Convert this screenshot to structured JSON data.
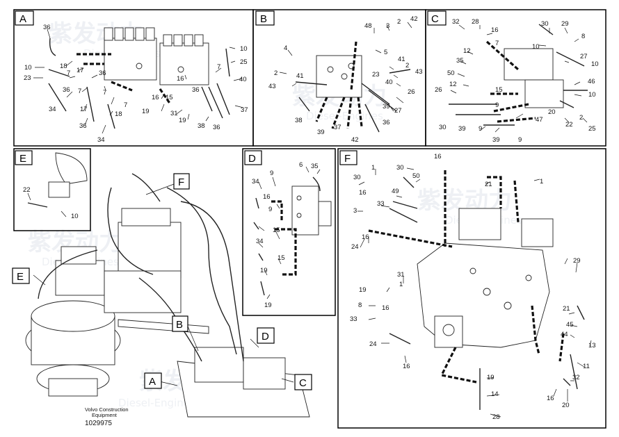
{
  "panels": {
    "A": {
      "tag": "A",
      "labels": [
        "36",
        "10",
        "23",
        "18",
        "7",
        "17",
        "36",
        "7",
        "34",
        "36",
        "7",
        "17",
        "18",
        "7",
        "36",
        "34",
        "15",
        "16",
        "19",
        "31",
        "19",
        "38",
        "36",
        "37",
        "16",
        "36",
        "40",
        "7",
        "25",
        "10"
      ]
    },
    "B": {
      "tag": "B",
      "labels": [
        "48",
        "3",
        "2",
        "42",
        "4",
        "5",
        "2",
        "41",
        "43",
        "41",
        "2",
        "43",
        "40",
        "23",
        "26",
        "39",
        "27",
        "36",
        "38",
        "39",
        "37",
        "42"
      ]
    },
    "C": {
      "tag": "C",
      "labels": [
        "32",
        "28",
        "16",
        "30",
        "29",
        "10",
        "8",
        "7",
        "27",
        "12",
        "35",
        "10",
        "50",
        "46",
        "12",
        "15",
        "10",
        "26",
        "9",
        "20",
        "2",
        "25",
        "47",
        "30",
        "39",
        "9",
        "39",
        "9",
        "22"
      ]
    },
    "D": {
      "tag": "D",
      "labels": [
        "9",
        "6",
        "35",
        "34",
        "16",
        "9",
        "15",
        "34",
        "19",
        "15",
        "19"
      ]
    },
    "E": {
      "tag": "E",
      "labels": [
        "22",
        "10"
      ]
    },
    "F": {
      "tag": "F",
      "labels": [
        "1",
        "30",
        "16",
        "30",
        "50",
        "49",
        "21",
        "1",
        "16",
        "33",
        "24",
        "3",
        "29",
        "16",
        "31",
        "19",
        "1",
        "8",
        "16",
        "33",
        "21",
        "45",
        "44",
        "13",
        "11",
        "24",
        "16",
        "19",
        "14",
        "28",
        "32",
        "16",
        "20"
      ]
    }
  },
  "overview": {
    "tags": [
      "F",
      "E",
      "B",
      "D",
      "A",
      "C"
    ]
  },
  "footer": {
    "maker": "Volvo Construction",
    "maker2": "Equipment",
    "doc_number": "1029975"
  },
  "watermark": {
    "cn": "紫发动力",
    "en": "Diesel-Engines"
  }
}
